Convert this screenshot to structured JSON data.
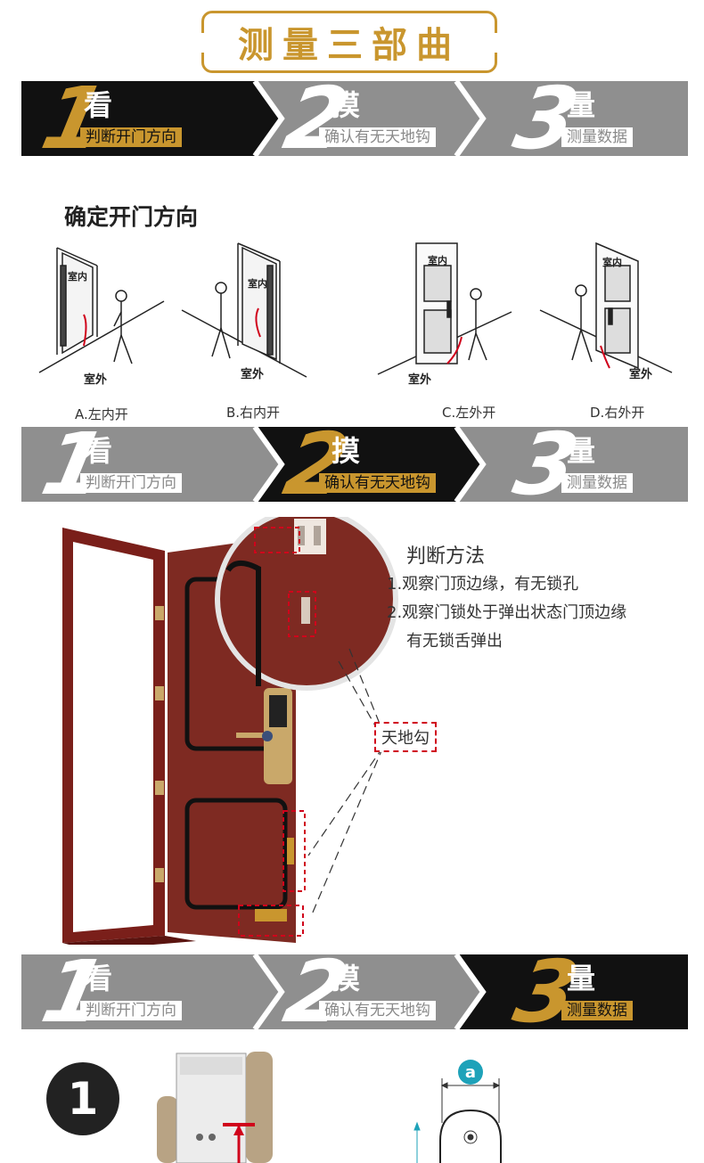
{
  "title": "测量三部曲",
  "steps": [
    {
      "num": "1",
      "head": "看",
      "sub": "判断开门方向"
    },
    {
      "num": "2",
      "head": "摸",
      "sub": "确认有无天地钩"
    },
    {
      "num": "3",
      "head": "量",
      "sub": "测量数据"
    }
  ],
  "section1": {
    "title": "确定开门方向",
    "indoor": "室内",
    "outdoor": "室外",
    "captions": [
      "A.左内开",
      "B.右内开",
      "C.左外开",
      "D.右外开"
    ]
  },
  "section2": {
    "method_title": "判断方法",
    "lines": [
      "1.观察门顶边缘，有无锁孔",
      "2.观察门锁处于弹出状态门顶边缘",
      "有无锁舌弹出"
    ],
    "hook_label": "天地勾"
  },
  "section3": {
    "step_number": "1",
    "badge": "a"
  },
  "colors": {
    "gold": "#c9962e",
    "dark": "#111111",
    "gray": "#8f8f8f",
    "red": "#d0021b",
    "teal": "#1ea2b9"
  }
}
